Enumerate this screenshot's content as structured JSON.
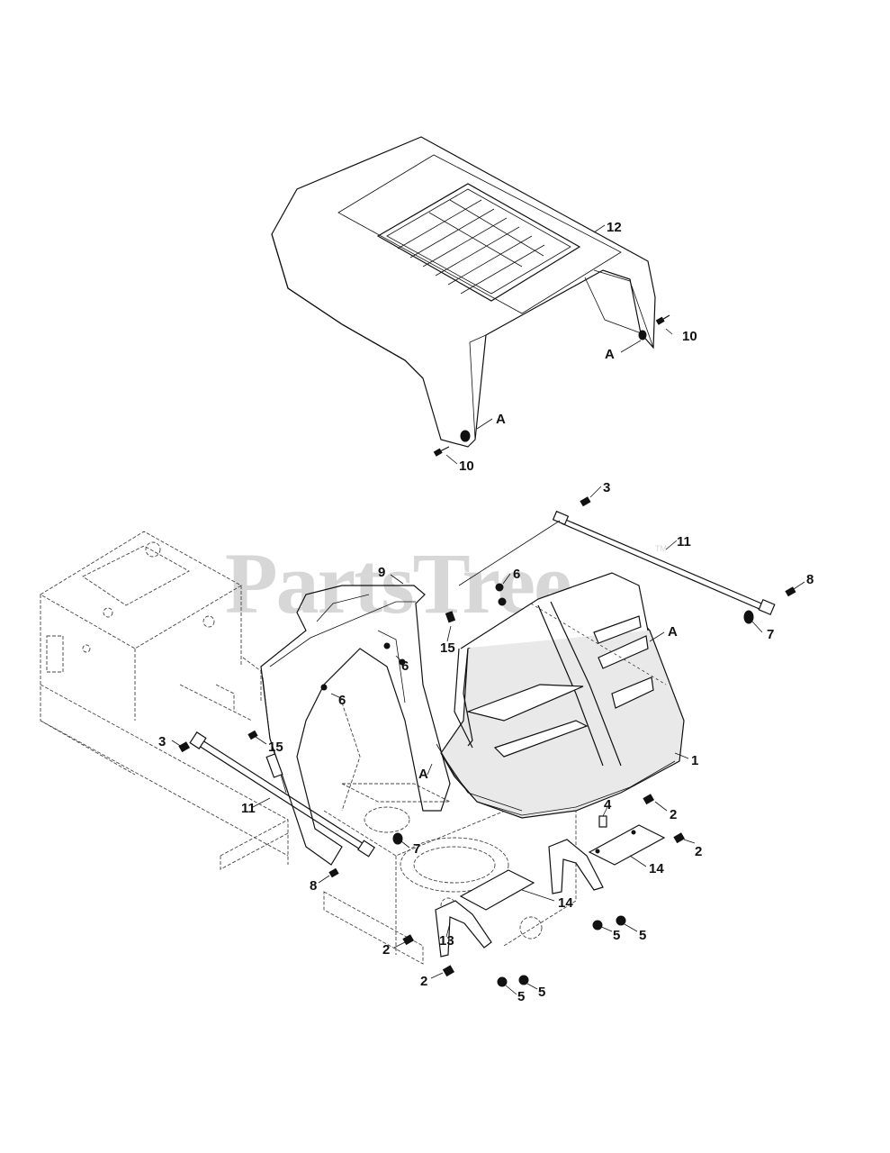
{
  "watermark": {
    "text": "PartsTree",
    "trademark": "TM"
  },
  "callouts": [
    {
      "id": "c12",
      "text": "12"
    },
    {
      "id": "c10a",
      "text": "10"
    },
    {
      "id": "cAa",
      "text": "A"
    },
    {
      "id": "cAb",
      "text": "A"
    },
    {
      "id": "c10b",
      "text": "10"
    },
    {
      "id": "c3a",
      "text": "3"
    },
    {
      "id": "c11a",
      "text": "11"
    },
    {
      "id": "c8a",
      "text": "8"
    },
    {
      "id": "c7a",
      "text": "7"
    },
    {
      "id": "c9",
      "text": "9"
    },
    {
      "id": "c6a",
      "text": "6"
    },
    {
      "id": "c15a",
      "text": "15"
    },
    {
      "id": "cAc",
      "text": "A"
    },
    {
      "id": "c6b",
      "text": "6"
    },
    {
      "id": "c6c",
      "text": "6"
    },
    {
      "id": "c3b",
      "text": "3"
    },
    {
      "id": "c15b",
      "text": "15"
    },
    {
      "id": "c1",
      "text": "1"
    },
    {
      "id": "cAd",
      "text": "A"
    },
    {
      "id": "c11b",
      "text": "11"
    },
    {
      "id": "c4",
      "text": "4"
    },
    {
      "id": "c2a",
      "text": "2"
    },
    {
      "id": "c2b",
      "text": "2"
    },
    {
      "id": "c14a",
      "text": "14"
    },
    {
      "id": "c7b",
      "text": "7"
    },
    {
      "id": "c8b",
      "text": "8"
    },
    {
      "id": "c14b",
      "text": "14"
    },
    {
      "id": "c5a",
      "text": "5"
    },
    {
      "id": "c5b",
      "text": "5"
    },
    {
      "id": "c2c",
      "text": "2"
    },
    {
      "id": "c13",
      "text": "13"
    },
    {
      "id": "c2d",
      "text": "2"
    },
    {
      "id": "c5c",
      "text": "5"
    },
    {
      "id": "c5d",
      "text": "5"
    }
  ]
}
